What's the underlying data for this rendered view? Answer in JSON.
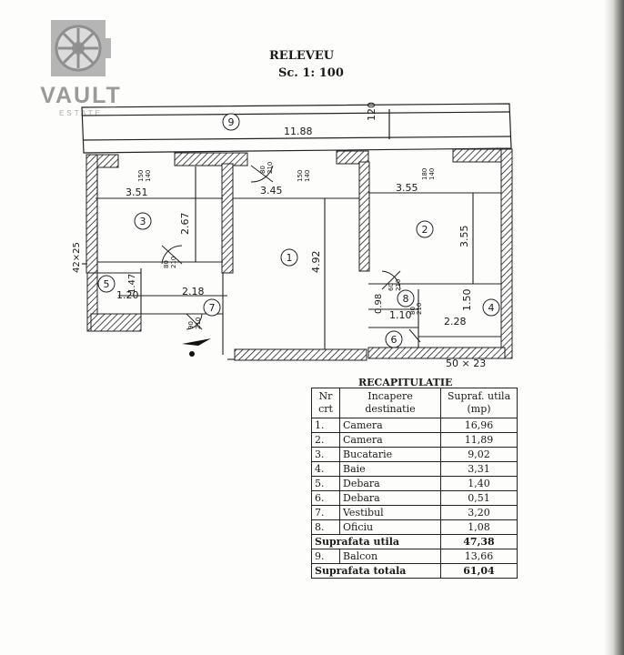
{
  "logo": {
    "name": "VAULT",
    "subtitle": "ESTATE"
  },
  "title": "RELEVEU",
  "scale": "Sc. 1: 100",
  "plan": {
    "rooms": [
      "1",
      "2",
      "3",
      "4",
      "5",
      "6",
      "7",
      "8",
      "9"
    ],
    "dims": {
      "balcon_len": "11.88",
      "balcon_depth": "120",
      "r3_w": "3.51",
      "r3_h": "2.67",
      "r1_w": "3.45",
      "r1_h": "4.92",
      "r2_w": "3.55",
      "r2_h": "3.55",
      "r4_w": "2.28",
      "r4_h": "1.50",
      "r8_w": "1.10",
      "r8_h": "0.98",
      "r5_w": "1.20",
      "r5_h": "1.47",
      "r7_w": "2.18",
      "side_42": "42×25",
      "bottom_50": "50 × 23",
      "d_80_210_a": "80",
      "d_210_a": "210",
      "w_150_a": "150",
      "w_140_a": "140",
      "w_150_b": "150",
      "w_140_b": "140",
      "w_180": "180",
      "w_140_c": "140",
      "d_80_210_b": "80",
      "d_210_b": "210",
      "d_90_210": "90",
      "d_210_c": "210",
      "d_60_210": "60",
      "d_210_d": "210",
      "d_80_210_c": "80",
      "d_210_e": "210"
    }
  },
  "recap": {
    "title": "RECAPITULATIE",
    "headers": {
      "nr": "Nr crt",
      "incapere": "Incapere destinatie",
      "supraf": "Supraf. utila (mp)"
    },
    "rows": [
      {
        "nr": "1.",
        "name": "Camera",
        "value": "16,96"
      },
      {
        "nr": "2.",
        "name": "Camera",
        "value": "11,89"
      },
      {
        "nr": "3.",
        "name": "Bucatarie",
        "value": "9,02"
      },
      {
        "nr": "4.",
        "name": "Baie",
        "value": "3,31"
      },
      {
        "nr": "5.",
        "name": "Debara",
        "value": "1,40"
      },
      {
        "nr": "6.",
        "name": "Debara",
        "value": "0,51"
      },
      {
        "nr": "7.",
        "name": "Vestibul",
        "value": "3,20"
      },
      {
        "nr": "8.",
        "name": "Oficiu",
        "value": "1,08"
      }
    ],
    "utila_label": "Suprafata utila",
    "utila_value": "47,38",
    "balcon": {
      "nr": "9.",
      "name": "Balcon",
      "value": "13,66"
    },
    "totala_label": "Suprafata totala",
    "totala_value": "61,04"
  }
}
